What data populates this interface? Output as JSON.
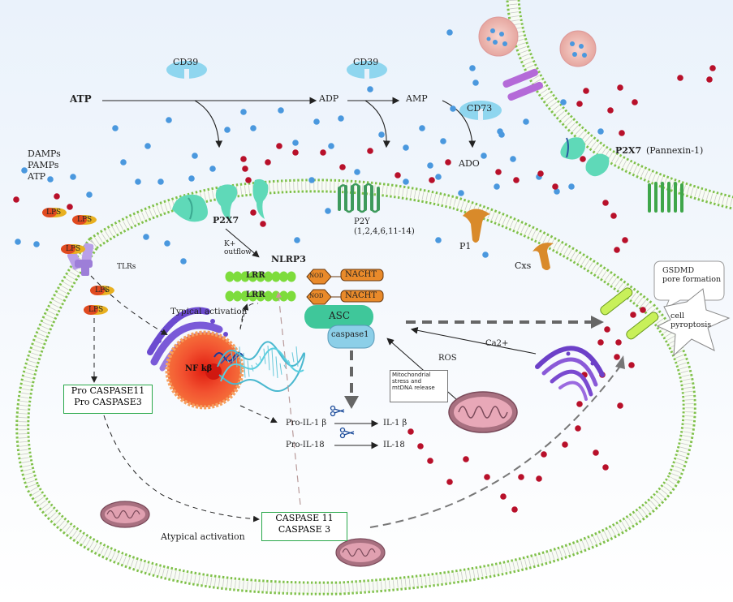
{
  "labels": {
    "atp_top": "ATP",
    "adp": "ADP",
    "amp": "AMP",
    "ado": "ADO",
    "cd39_a": "CD39",
    "cd39_b": "CD39",
    "cd73": "CD73",
    "damps": "DAMPs",
    "pamps": "PAMPs",
    "atp_left": "ATP",
    "lps_1": "LPS",
    "lps_2": "LPS",
    "lps_3": "LPS",
    "lps_4": "LPS",
    "lps_5": "LPS",
    "tlrs": "TLRs",
    "p2x7_main": "P2X7",
    "k_outflow": "K+\noutflow",
    "nlrp3": "NLRP3",
    "lrr_1": "LRR",
    "lrr_2": "LRR",
    "nod_1": "NOD",
    "nod_2": "NOD",
    "nacht_1": "NACHT",
    "nacht_2": "NACHT",
    "asc": "ASC",
    "caspase1": "caspase1",
    "p2y": "P2Y\n(1,2,4,6,11-14)",
    "p1": "P1",
    "cxs": "Cxs",
    "p2x7_right": "P2X7",
    "pannexin": "(Pannexin-1)",
    "gsdmd": "GSDMD\npore formation",
    "pyroptosis": "cell\npyroptosis",
    "typical_activation": "Typical activation",
    "nfkb": "NF kβ",
    "pro_caspase": "Pro CASPASE11\nPro CASPASE3",
    "caspase": "CASPASE 11\nCASPASE 3",
    "atypical_activation": "Atypical activation",
    "pro_il1b": "Pro-IL-1 β",
    "pro_il18": "Pro-IL-18",
    "il1b": "IL-1 β",
    "il18": "IL-18",
    "ros": "ROS",
    "ca2": "Ca2+",
    "mito_text": "Mitochondrial\nstress and\nmtDNA release"
  },
  "colors": {
    "membrane_head": "#7fc04a",
    "blue_dot": "#4a98de",
    "red_dot": "#b8102a",
    "receptor_teal": "#5fd9b8",
    "cd_blue": "#8fd6ef",
    "lrr_green": "#7ddc3c",
    "nacht_orange": "#e98a2a",
    "asc_green": "#3fc79a",
    "caspase_blue": "#8ccfe8",
    "nucleus_red": "#f04a2a",
    "er_purple": "#7755d8",
    "mito_pink": "#b07a8a",
    "gsdmd_green": "#c8f05a",
    "box_green": "#2aa84a"
  },
  "icons": [
    "scissors-icon",
    "mitochondrion-icon",
    "er-icon",
    "nucleus-icon",
    "receptor-icon",
    "vesicle-icon"
  ]
}
